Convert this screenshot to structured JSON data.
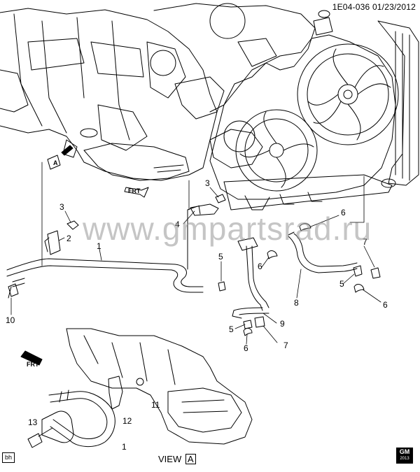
{
  "header": {
    "diagram_id": "1E04-036",
    "date": "01/23/2012"
  },
  "watermark": "www.gmpartsrad.ru",
  "corner_tag": "bh",
  "view_label": {
    "text": "VIEW",
    "ref": "A"
  },
  "arrow_labels": {
    "view_a": "A",
    "frt": "FRT"
  },
  "logo": {
    "text": "GM",
    "sub": "2013"
  },
  "callouts": {
    "c1_upper": "1",
    "c2": "2",
    "c3_left": "3",
    "c3_right": "3",
    "c4": "4",
    "c5_center": "5",
    "c5_right": "5",
    "c5_bottom": "5",
    "c6_top": "6",
    "c6_mid": "6",
    "c6_right": "6",
    "c6_bottom": "6",
    "c7_right": "7",
    "c7_bottom": "7",
    "c8": "8",
    "c9": "9",
    "c10": "10",
    "c11": "11",
    "c12": "12",
    "c13": "13",
    "c1_lower": "1"
  },
  "colors": {
    "line": "#000000",
    "watermark": "#999999"
  }
}
